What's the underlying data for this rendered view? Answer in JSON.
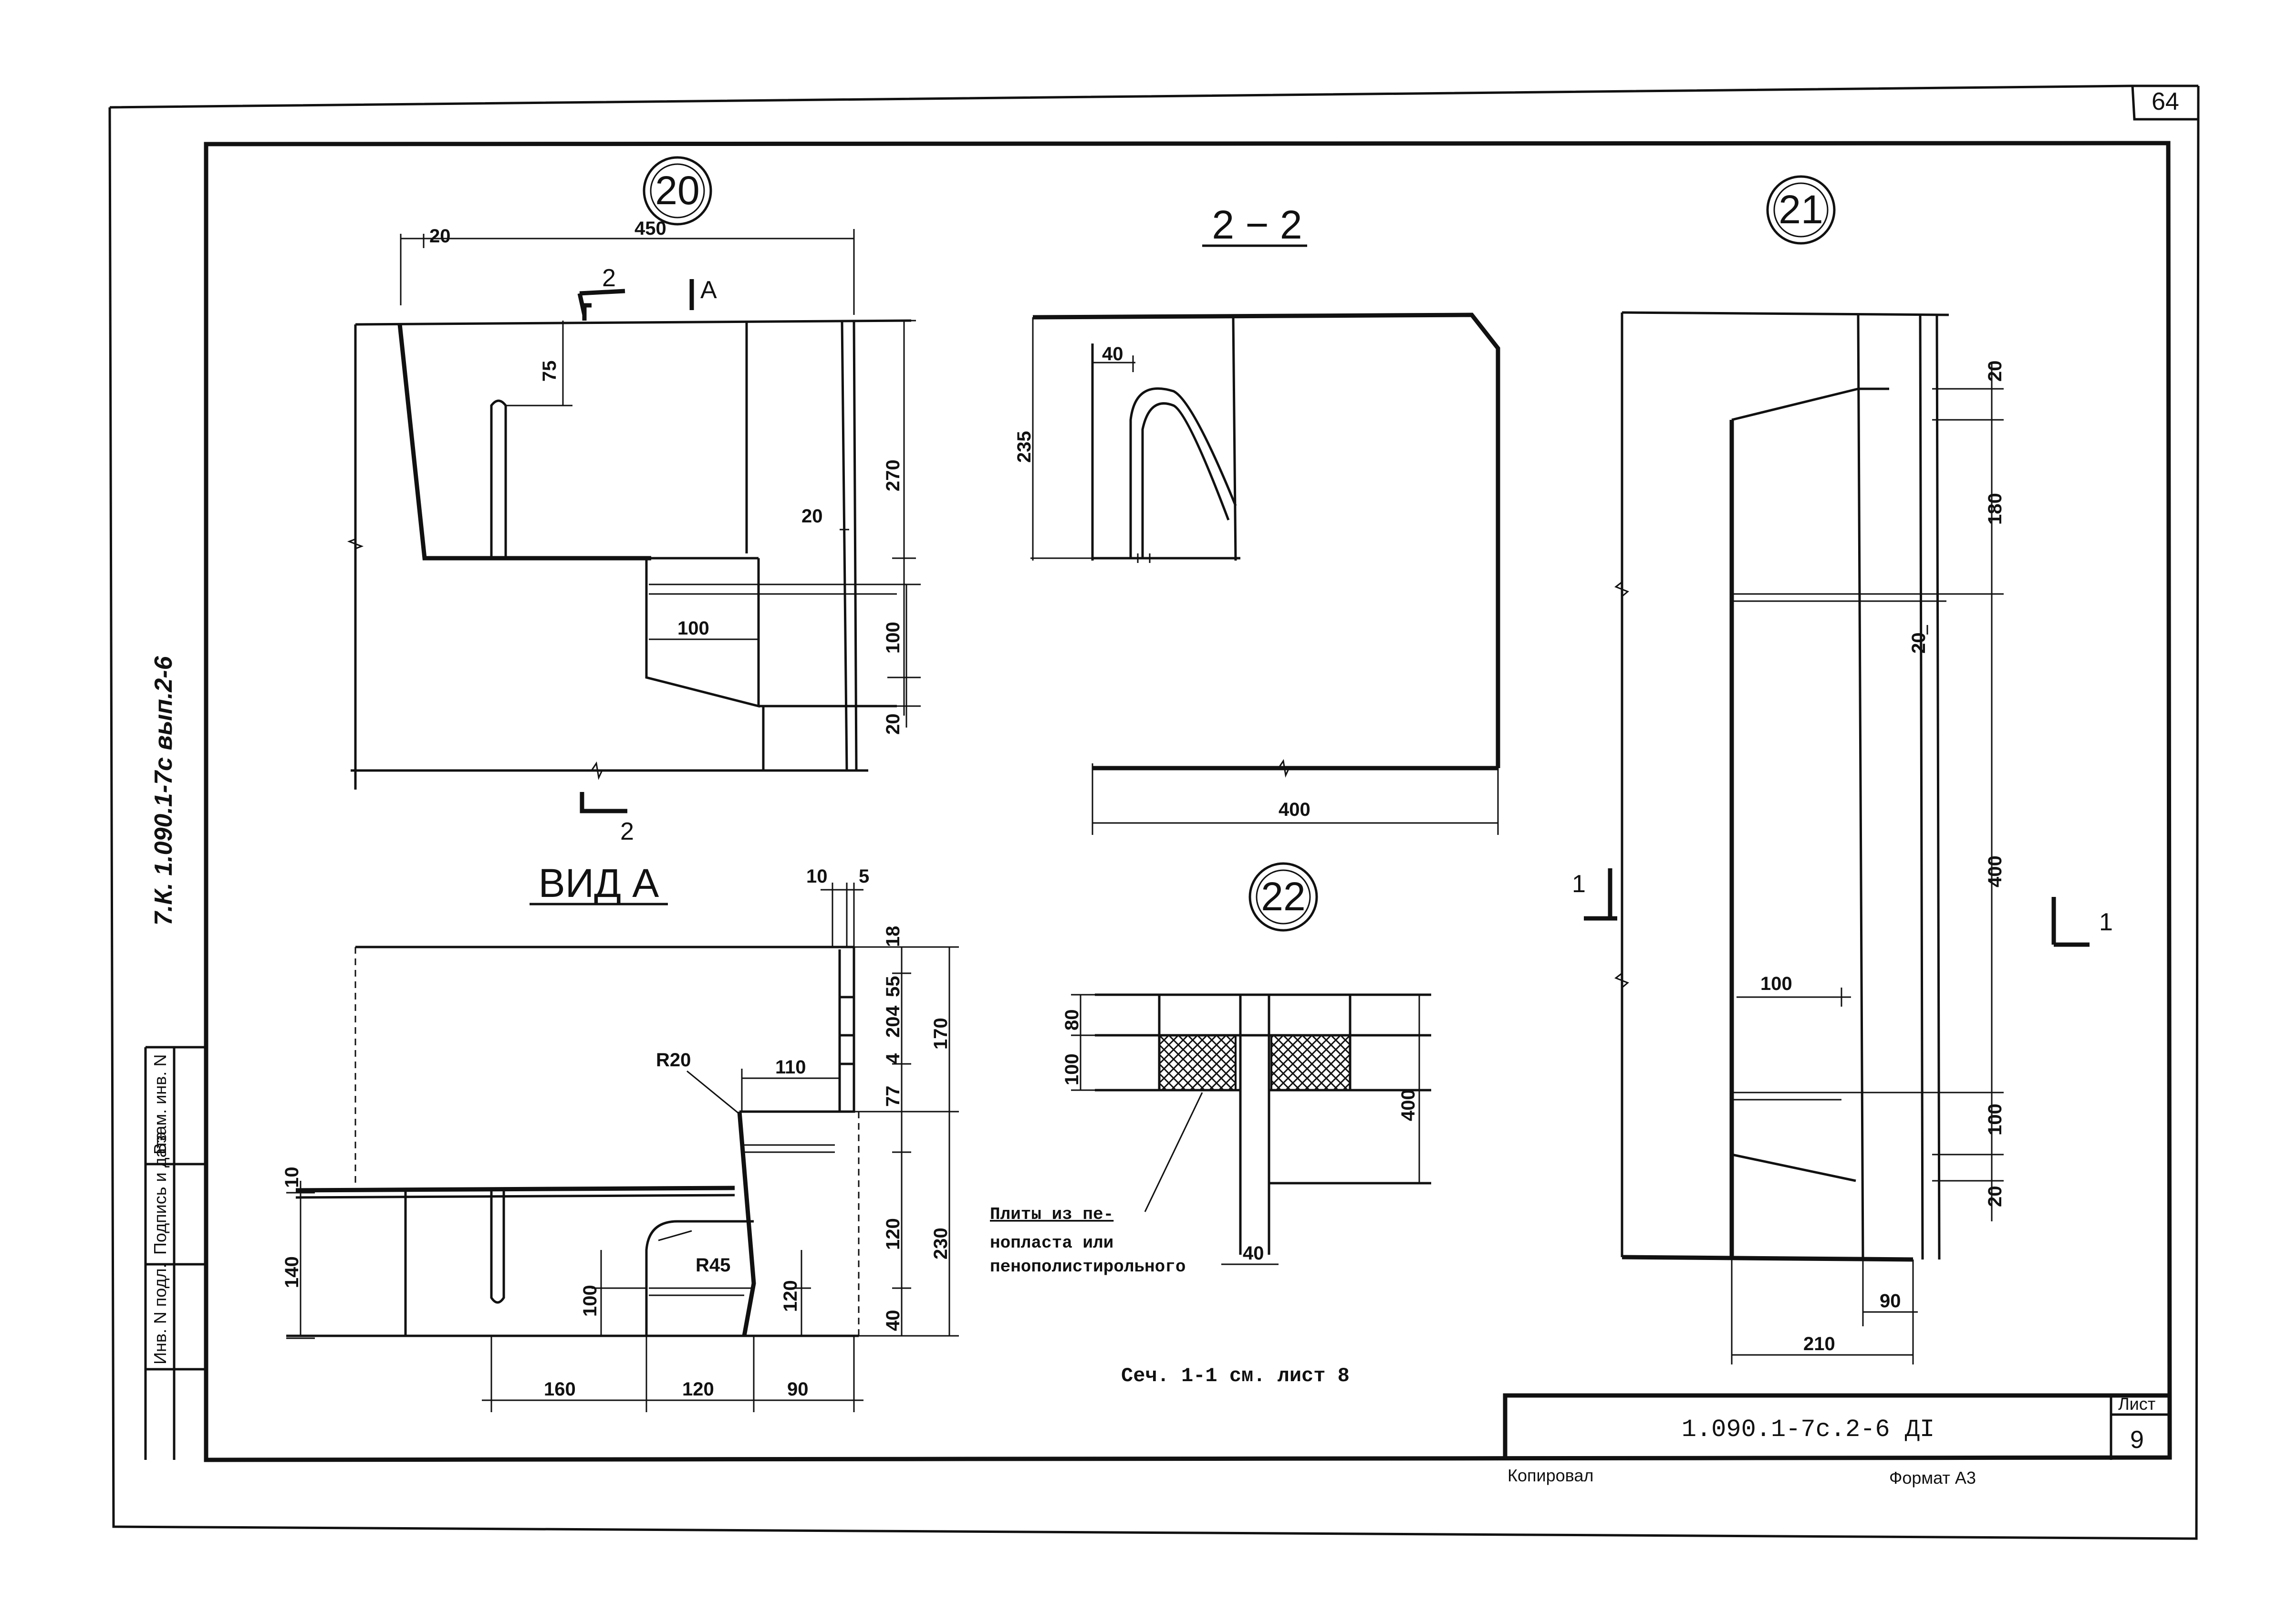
{
  "sheet_number_top": "64",
  "side_code": "7.К. 1.090.1-7с вып.2-6",
  "side_stamp": [
    "Взам. инв. N",
    "Подпись и дата",
    "Инв. N подл."
  ],
  "markers": {
    "m20": "20",
    "m21": "21",
    "m22": "22"
  },
  "section_title": "2 − 2",
  "view_title": "ВИД А",
  "cut_marks": {
    "cut2": "2",
    "arrowA": "А",
    "cut1": "1"
  },
  "dims": {
    "d20a": "20",
    "d450": "450",
    "d75": "75",
    "d270": "270",
    "d20b": "20",
    "d100a": "100",
    "d100b": "100",
    "d20c": "20",
    "d40a": "40",
    "d235": "235",
    "d400a": "400",
    "d10": "10",
    "d5": "5",
    "d18": "18",
    "d55": "55",
    "d4a": "4",
    "d20d": "20",
    "d4b": "4",
    "d77": "77",
    "d170": "170",
    "d110": "110",
    "r20": "R20",
    "d10b": "10",
    "d140": "140",
    "d100c": "100",
    "r45": "R45",
    "d120a": "120",
    "d120b": "120",
    "d230": "230",
    "d40b": "40",
    "d160": "160",
    "d120c": "120",
    "d90a": "90",
    "d80": "80",
    "d100d": "100",
    "d400b": "400",
    "d40c": "40",
    "d20e": "20",
    "d180": "180",
    "d20f": "20",
    "d400c": "400",
    "d100e": "100",
    "d100f": "100",
    "d20g": "20",
    "d90b": "90",
    "d210": "210"
  },
  "note_plates": [
    "Плиты из пе-",
    "нопласта или",
    "пенополистирольного"
  ],
  "note_section": "Сеч. 1-1 см. лист 8",
  "title_block": {
    "code": "1.090.1-7с.2-6 ДI",
    "sheet_label": "Лист",
    "sheet_num": "9"
  },
  "footer": {
    "copied": "Копировал",
    "format": "Формат А3"
  }
}
